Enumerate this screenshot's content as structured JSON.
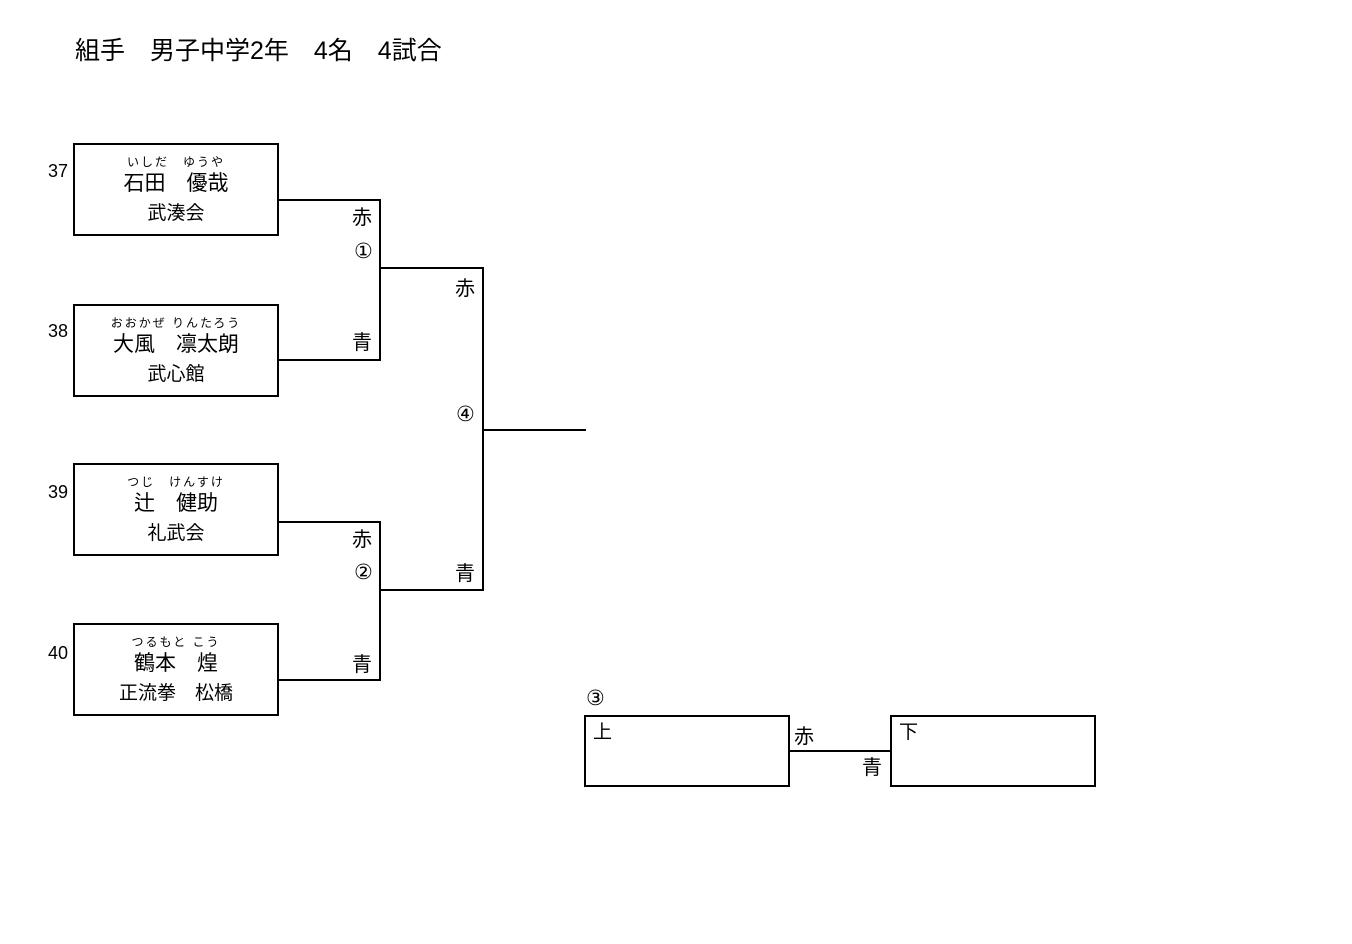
{
  "title": "組手　男子中学2年　4名　4試合",
  "competitors": [
    {
      "number": "37",
      "furigana": "いしだ　ゆうや",
      "name": "石田　優哉",
      "club": "武湊会"
    },
    {
      "number": "38",
      "furigana": "おおかぜ りんたろう",
      "name": "大風　凛太朗",
      "club": "武心館"
    },
    {
      "number": "39",
      "furigana": "つじ　けんすけ",
      "name": "辻　健助",
      "club": "礼武会"
    },
    {
      "number": "40",
      "furigana": "つるもと こう",
      "name": "鶴本　煌",
      "club": "正流拳　松橋"
    }
  ],
  "matches": {
    "m1": {
      "number": "①",
      "red": "赤",
      "blue": "青"
    },
    "m2": {
      "number": "②",
      "red": "赤",
      "blue": "青"
    },
    "final": {
      "number": "④",
      "red": "赤",
      "blue": "青"
    },
    "consolation": {
      "number": "③",
      "red": "赤",
      "blue": "青",
      "top_slot": "上",
      "bottom_slot": "下"
    }
  },
  "colors": {
    "line": "#000000",
    "background": "#ffffff"
  }
}
